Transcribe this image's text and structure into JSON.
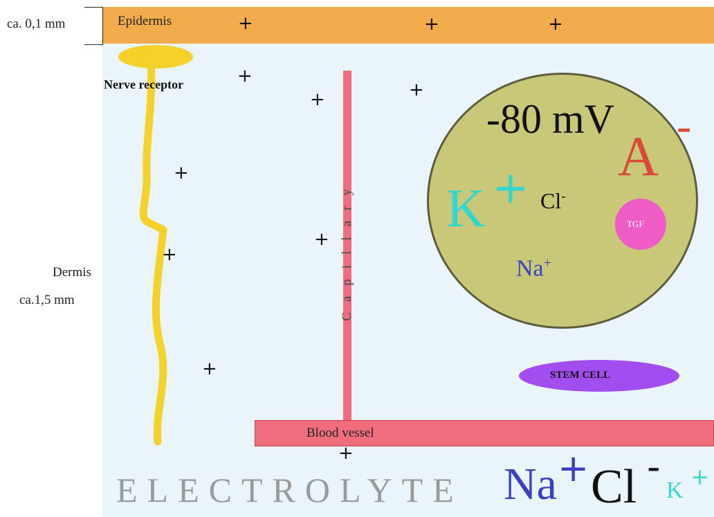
{
  "layers": {
    "epidermis_label": "Epidermis",
    "epidermis_thickness": "ca. 0,1 mm",
    "dermis_label": "Dermis",
    "dermis_thickness": "ca.1,5 mm"
  },
  "nerve": {
    "label": "Nerve receptor"
  },
  "capillary": {
    "label": "Capillary"
  },
  "blood_vessel": {
    "label": "Blood vessel"
  },
  "stem_cell": {
    "label": "STEM CELL"
  },
  "cell": {
    "potential": "-80 mV",
    "anion": "A",
    "anion_charge": "-",
    "k": "K",
    "k_charge": "+",
    "cl": "Cl",
    "cl_charge": "-",
    "na": "Na",
    "na_charge": "+",
    "tgf": "TGF"
  },
  "electrolyte": {
    "word": "ELECTROLYTE",
    "na": "Na",
    "na_charge": "+",
    "cl": "Cl",
    "cl_charge": "-",
    "k": "K",
    "k_charge": "+"
  },
  "plus_sign": "+",
  "colors": {
    "epidermis": "#f3ac4c",
    "dermis": "#e9f5fb",
    "nerve": "#f5d22a",
    "cell": "#c8c878",
    "vessel": "#f06d7d",
    "tgf": "#f05cc6",
    "stem_cell": "#a14df0",
    "k_ion": "#33d6d0",
    "na_ion": "#3a3fc4",
    "anion": "#d94a3a"
  }
}
